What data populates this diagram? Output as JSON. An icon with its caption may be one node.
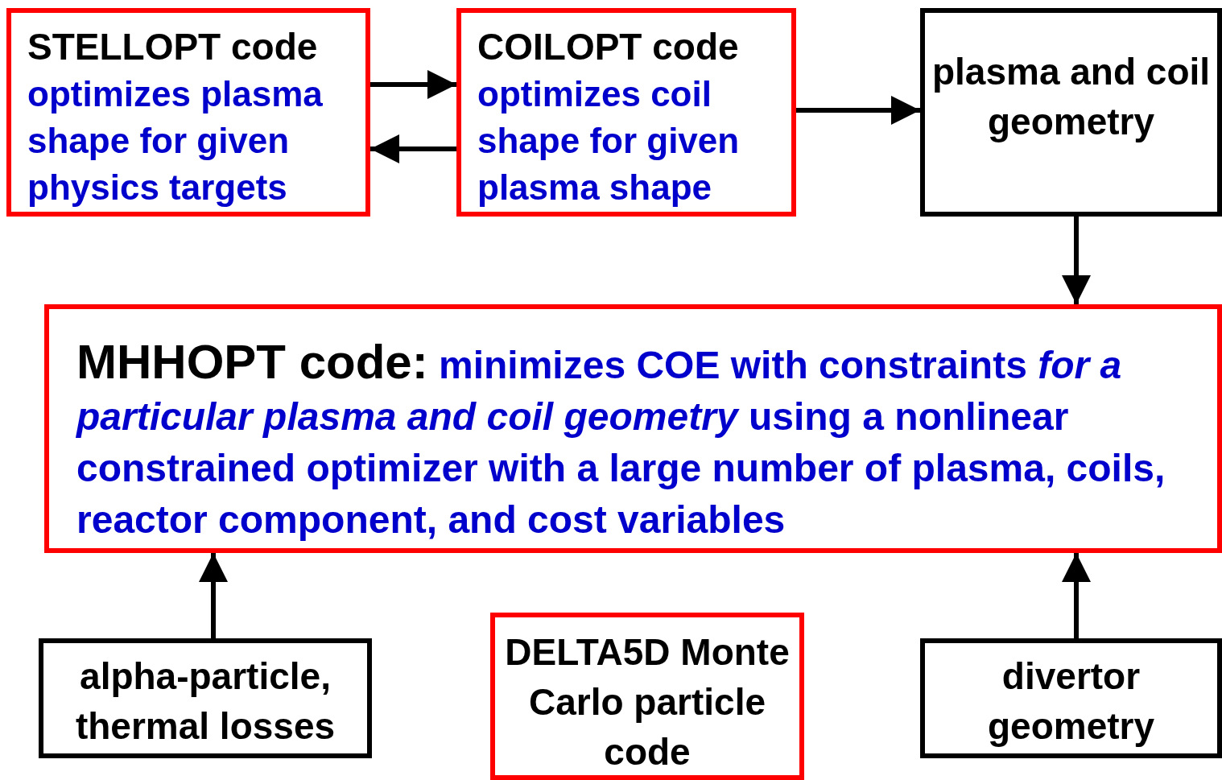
{
  "diagram": {
    "nodes": [
      {
        "text": [
          "STELLOPT code",
          "optimizes plasma shape for given physics targets"
        ]
      },
      {
        "text": [
          "COILOPT code",
          "optimizes coil shape for given plasma shape"
        ]
      },
      {
        "text": [
          "plasma and coil geometry"
        ]
      },
      {
        "text": [
          "MHHOPT code:",
          "minimizes COE with constraints *for a particular plasma and coil geometry* using a nonlinear constrained optimizer with a large number of plasma, coils, reactor component, and cost variables"
        ]
      },
      {
        "text": [
          "alpha-particle, thermal losses"
        ]
      },
      {
        "text": [
          "DELTA5D Monte Carlo particle code"
        ]
      },
      {
        "text": [
          "divertor geometry"
        ]
      }
    ],
    "edges": [
      {
        "from": 0,
        "to": 1,
        "arrow": "to"
      },
      {
        "from": 1,
        "to": 0,
        "arrow": "to"
      },
      {
        "from": 1,
        "to": 2,
        "arrow": "to"
      },
      {
        "from": 2,
        "to": 3,
        "arrow": "to"
      },
      {
        "from": 4,
        "to": 3,
        "arrow": "to"
      },
      {
        "from": 6,
        "to": 3,
        "arrow": "to"
      }
    ]
  }
}
